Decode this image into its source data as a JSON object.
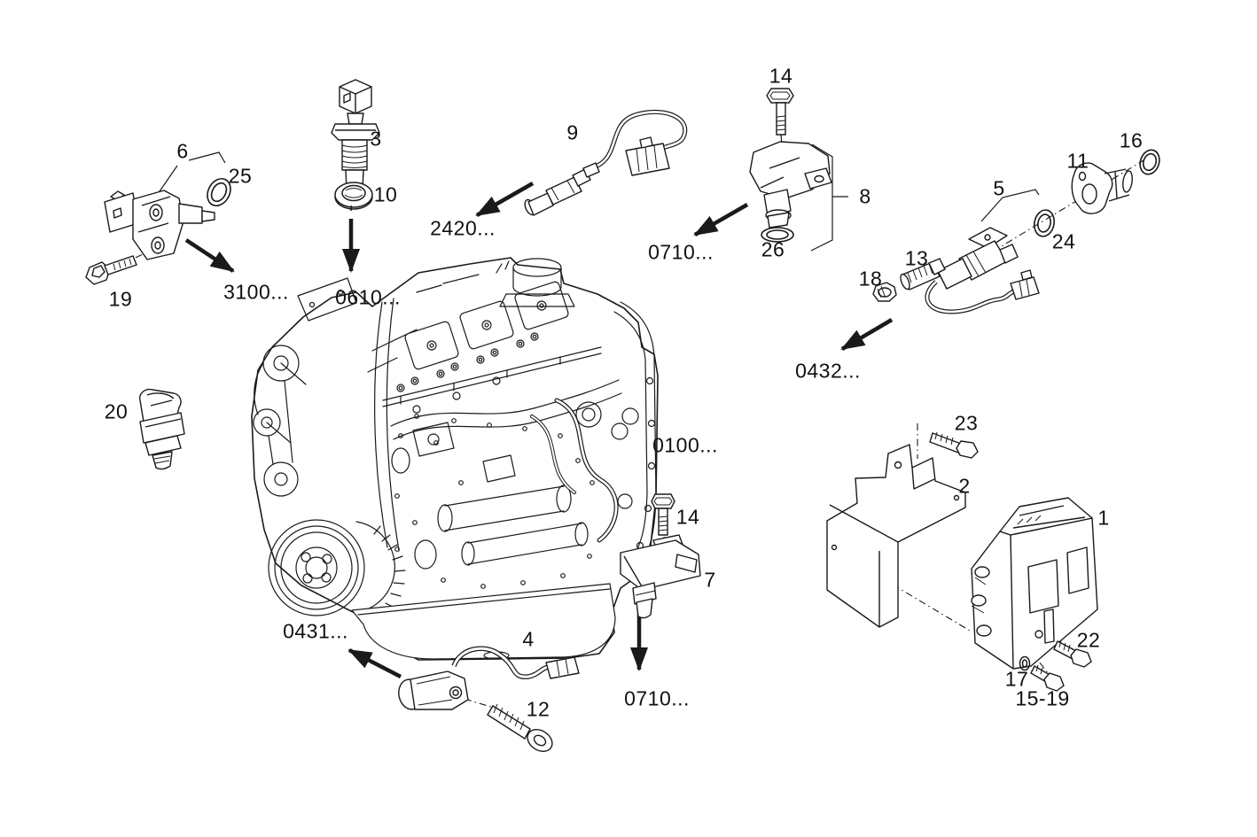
{
  "figure": {
    "drawing_subject": "Exploded parts diagram: diesel engine with sensors, brackets and electronic control unit",
    "colors": {
      "background": "#ffffff",
      "ink": "#1a1a1a"
    }
  },
  "callouts": [
    {
      "id": "part-6",
      "text": "6"
    },
    {
      "id": "part-25",
      "text": "25"
    },
    {
      "id": "part-19",
      "text": "19"
    },
    {
      "id": "code-3100",
      "text": "3100..."
    },
    {
      "id": "part-3",
      "text": "3"
    },
    {
      "id": "part-10",
      "text": "10"
    },
    {
      "id": "code-0610",
      "text": "0610..."
    },
    {
      "id": "part-9",
      "text": "9"
    },
    {
      "id": "code-2420",
      "text": "2420..."
    },
    {
      "id": "part-14-top",
      "text": "14"
    },
    {
      "id": "part-8",
      "text": "8"
    },
    {
      "id": "part-26",
      "text": "26"
    },
    {
      "id": "code-0710-top",
      "text": "0710..."
    },
    {
      "id": "part-16",
      "text": "16"
    },
    {
      "id": "part-11",
      "text": "11"
    },
    {
      "id": "part-5",
      "text": "5"
    },
    {
      "id": "part-24",
      "text": "24"
    },
    {
      "id": "part-13",
      "text": "13"
    },
    {
      "id": "part-18",
      "text": "18"
    },
    {
      "id": "code-0432",
      "text": "0432..."
    },
    {
      "id": "part-20",
      "text": "20"
    },
    {
      "id": "code-0100",
      "text": "0100..."
    },
    {
      "id": "part-23",
      "text": "23"
    },
    {
      "id": "part-2",
      "text": "2"
    },
    {
      "id": "part-1",
      "text": "1"
    },
    {
      "id": "part-14-bottom",
      "text": "14"
    },
    {
      "id": "part-7",
      "text": "7"
    },
    {
      "id": "code-0710-bot",
      "text": "0710..."
    },
    {
      "id": "code-0431",
      "text": "0431..."
    },
    {
      "id": "part-4",
      "text": "4"
    },
    {
      "id": "part-12",
      "text": "12"
    },
    {
      "id": "part-22",
      "text": "22"
    },
    {
      "id": "part-17",
      "text": "17"
    },
    {
      "id": "part-15-19",
      "text": "15-19"
    }
  ]
}
